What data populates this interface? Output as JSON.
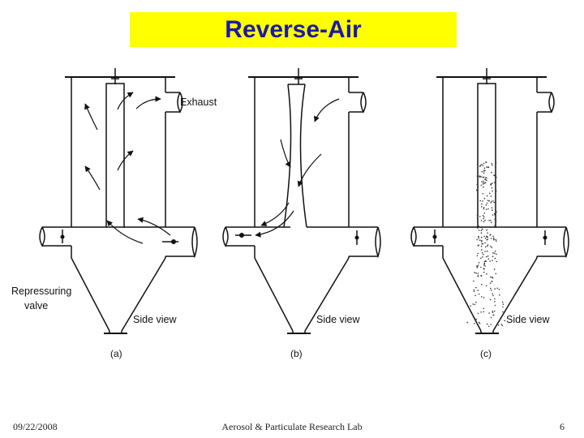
{
  "slide": {
    "title": "Reverse-Air"
  },
  "diagram": {
    "labels": {
      "exhaust": "Exhaust",
      "repressuring_line1": "Repressuring",
      "repressuring_line2": "valve",
      "side_view": "Side view"
    },
    "panels": [
      {
        "caption": "(a)"
      },
      {
        "caption": "(b)"
      },
      {
        "caption": "(c)"
      }
    ]
  },
  "footer": {
    "date": "09/22/2008",
    "organization": "Aerosol & Particulate Research Lab",
    "page_number": "6"
  }
}
